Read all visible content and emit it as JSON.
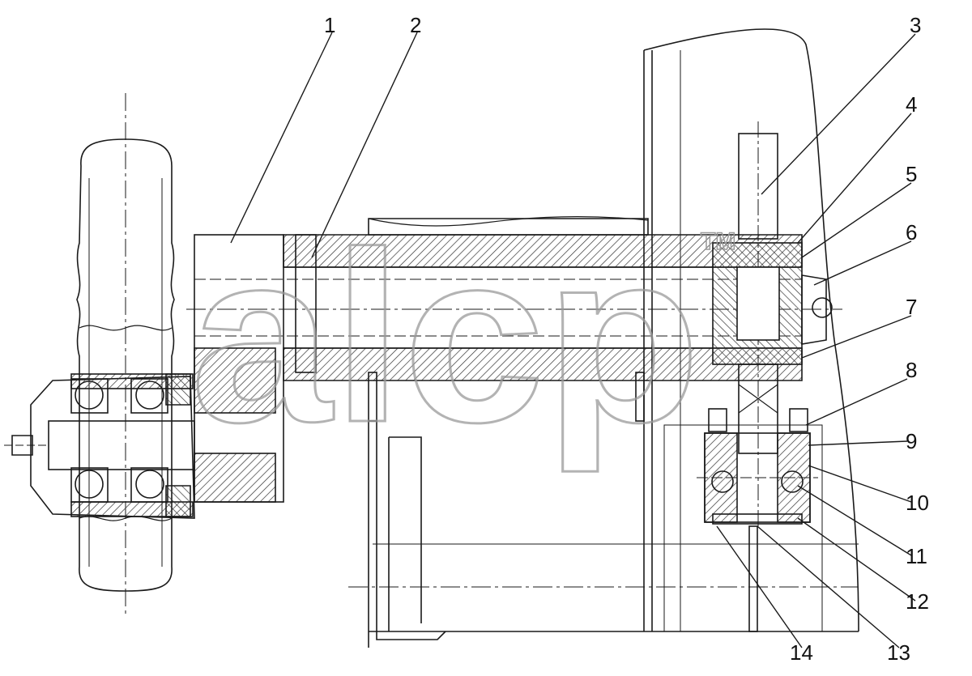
{
  "callouts": [
    "1",
    "2",
    "3",
    "4",
    "5",
    "6",
    "7",
    "8",
    "9",
    "10",
    "11",
    "12",
    "13",
    "14"
  ],
  "watermark": {
    "text": "alcp",
    "mark": "TM"
  },
  "colors": {
    "line": "#1a1a1a",
    "hatch": "#333333",
    "watermark": "#9a9a9a",
    "background": "#ffffff"
  }
}
